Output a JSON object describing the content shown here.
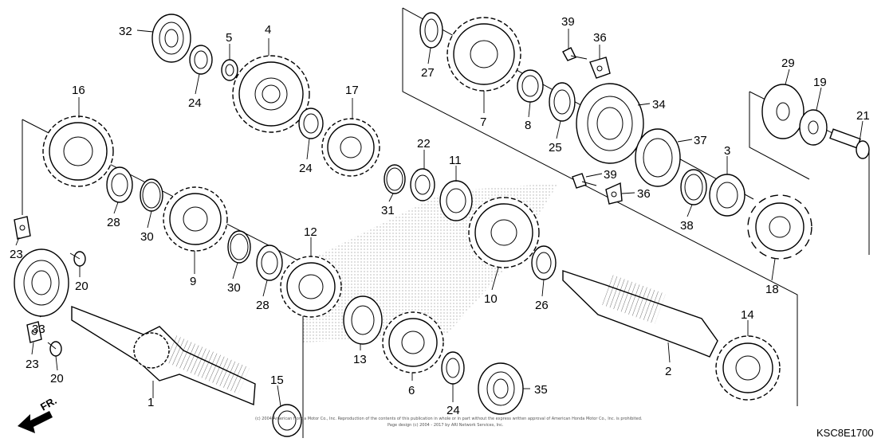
{
  "diagram": {
    "code": "KSC8E1700",
    "direction_label": "FR.",
    "copyright_line1": "(c) 2004 American Honda Motor Co., Inc. Reproduction of the contents of this publication in whole or in part without the express written approval of American Honda Motor Co., Inc. is prohibited.",
    "copyright_line2": "Page design (c) 2004 - 2017 by ARI Network Services, Inc.",
    "callouts": [
      "1",
      "2",
      "3",
      "4",
      "5",
      "6",
      "7",
      "8",
      "9",
      "10",
      "11",
      "12",
      "13",
      "14",
      "15",
      "16",
      "17",
      "18",
      "19",
      "20",
      "20",
      "21",
      "22",
      "23",
      "23",
      "24",
      "24",
      "24",
      "25",
      "26",
      "27",
      "28",
      "28",
      "29",
      "30",
      "30",
      "31",
      "32",
      "33",
      "34",
      "35",
      "36",
      "36",
      "37",
      "38",
      "39",
      "39"
    ]
  }
}
